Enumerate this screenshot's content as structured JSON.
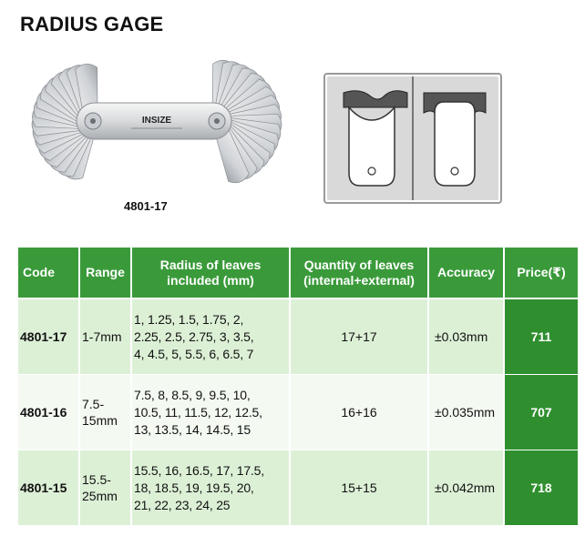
{
  "title": "RADIUS GAGE",
  "product": {
    "model_label": "4801-17",
    "brand_label": "INSIZE"
  },
  "table": {
    "headers": {
      "code": "Code",
      "range": "Range",
      "radius_line1": "Radius of leaves",
      "radius_line2": "included (mm)",
      "qty_line1": "Quantity of leaves",
      "qty_line2": "(internal+external)",
      "accuracy": "Accuracy",
      "price": "Price(₹)"
    },
    "rows": [
      {
        "code": "4801-17",
        "range_line1": "1-7mm",
        "range_line2": "",
        "radii_line1": "1, 1.25, 1.5, 1.75, 2,",
        "radii_line2": "2.25, 2.5, 2.75, 3, 3.5,",
        "radii_line3": "4, 4.5, 5, 5.5, 6, 6.5, 7",
        "quantity": "17+17",
        "accuracy": "±0.03mm",
        "price": "711"
      },
      {
        "code": "4801-16",
        "range_line1": "7.5-",
        "range_line2": "15mm",
        "radii_line1": "7.5, 8, 8.5, 9, 9.5, 10,",
        "radii_line2": "10.5, 11, 11.5, 12, 12.5,",
        "radii_line3": "13, 13.5, 14, 14.5, 15",
        "quantity": "16+16",
        "accuracy": "±0.035mm",
        "price": "707"
      },
      {
        "code": "4801-15",
        "range_line1": "15.5-",
        "range_line2": "25mm",
        "radii_line1": "15.5, 16, 16.5, 17, 17.5,",
        "radii_line2": "18, 18.5, 19, 19.5, 20,",
        "radii_line3": "21, 22, 23, 24, 25",
        "quantity": "15+15",
        "accuracy": "±0.042mm",
        "price": "718"
      }
    ]
  }
}
